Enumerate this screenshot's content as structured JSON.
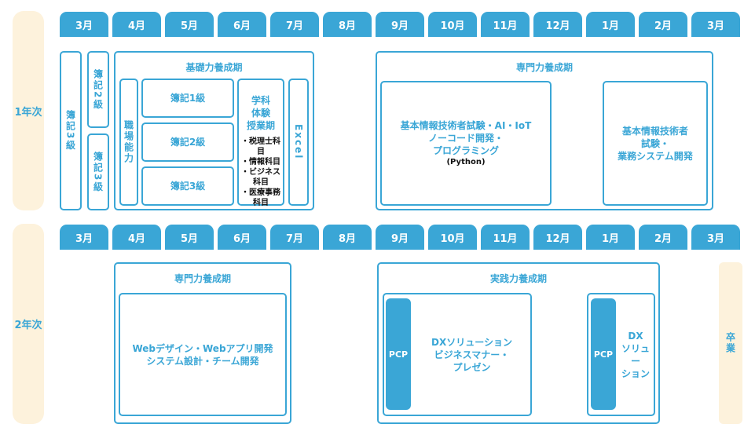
{
  "years": {
    "first": "1年次",
    "second": "2年次"
  },
  "months": [
    "3月",
    "4月",
    "5月",
    "6月",
    "7月",
    "8月",
    "9月",
    "10月",
    "11月",
    "12月",
    "1月",
    "2月",
    "3月"
  ],
  "y1": {
    "boki3": "簿記3級",
    "boki2": "簿記2級",
    "boki3b": "簿記3級",
    "foundation": {
      "title": "基礎力養成期",
      "shokuba": "職場能力",
      "boki_items": [
        "簿記1級",
        "簿記2級",
        "簿記3級"
      ],
      "gakka": {
        "title_lines": [
          "学科",
          "体験",
          "授業期"
        ],
        "items": [
          "・税理士科目",
          "・情報科目",
          "・ビジネス科目",
          "・医療事務科目"
        ]
      },
      "excel": "Excel"
    },
    "specialty": {
      "title": "専門力養成期",
      "left_lines": [
        "基本情報技術者試験・AI・IoT",
        "ノーコード開発・",
        "プログラミング"
      ],
      "left_sub": "(Python)",
      "right_lines": [
        "基本情報技術者",
        "試験・",
        "業務システム開発"
      ]
    }
  },
  "y2": {
    "specialty": {
      "title": "専門力養成期",
      "lines": [
        "Webデザイン・Webアプリ開発",
        "システム設計・チーム開発"
      ]
    },
    "practice": {
      "title": "実践力養成期",
      "pcp": "PCP",
      "left_lines": [
        "DXソリューション",
        "ビジネスマナー・",
        "プレゼン"
      ],
      "right_lines": [
        "DX",
        "ソリュー",
        "ション"
      ]
    },
    "graduation": "卒業"
  }
}
